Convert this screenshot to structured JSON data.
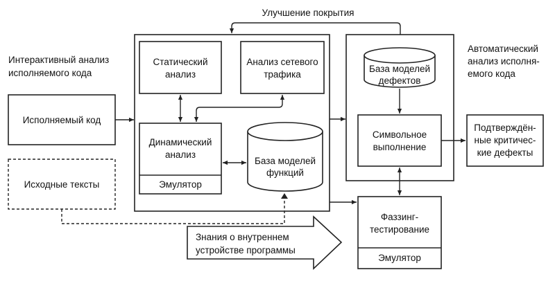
{
  "improvement_label": "Улучшение покрытия",
  "interactive": {
    "line1": "Интерактивный анализ",
    "line2": "исполняемого кода"
  },
  "automatic": {
    "line1": "Автоматический",
    "line2": "анализ исполня-",
    "line3": "емого кода"
  },
  "executable_code": "Исполняемый код",
  "source_texts": "Исходные тексты",
  "static_analysis": {
    "line1": "Статический",
    "line2": "анализ"
  },
  "traffic_analysis": {
    "line1": "Анализ сетевого",
    "line2": "трафика"
  },
  "dynamic_analysis": {
    "line1": "Динамический",
    "line2": "анализ"
  },
  "emulator": "Эмулятор",
  "functions_db": {
    "line1": "База моделей",
    "line2": "функций"
  },
  "defects_db": {
    "line1": "База моделей",
    "line2": "дефектов"
  },
  "symbolic_execution": {
    "line1": "Символьное",
    "line2": "выполнение"
  },
  "confirmed_defects": {
    "line1": "Подтверждён-",
    "line2": "ные критичес-",
    "line3": "кие дефекты"
  },
  "fuzzing": {
    "line1": "Фаззинг-",
    "line2": "тестирование"
  },
  "knowledge": {
    "line1": "Знания о внутреннем",
    "line2": "устройстве программы"
  }
}
